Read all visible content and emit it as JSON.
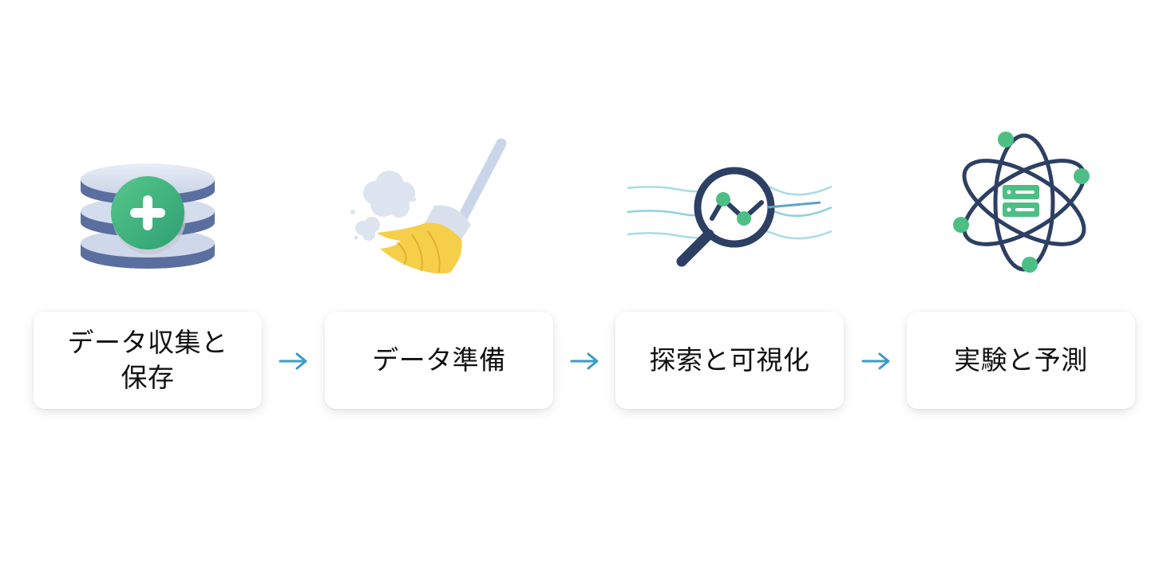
{
  "steps": [
    {
      "label": "データ収集と保存",
      "icon": "database-add-icon"
    },
    {
      "label": "データ準備",
      "icon": "broom-icon"
    },
    {
      "label": "探索と可視化",
      "icon": "magnifier-chart-icon"
    },
    {
      "label": "実験と予測",
      "icon": "atom-server-icon"
    }
  ],
  "colors": {
    "accent_green": "#3fb97e",
    "navy": "#2d3f63",
    "arrow": "#3a9cc4",
    "broom_yellow": "#f5cf4a",
    "line_light": "#8fd0e0"
  }
}
